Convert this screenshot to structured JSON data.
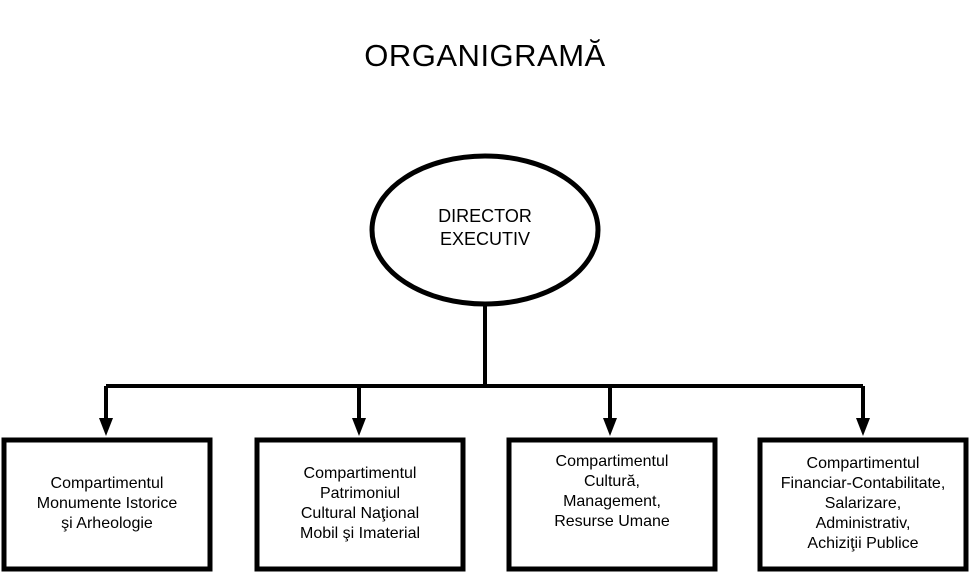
{
  "title": "ORGANIGRAMĂ",
  "director": {
    "line1": "DIRECTOR",
    "line2": "EXECUTIV"
  },
  "departments": [
    {
      "lines": [
        "Compartimentul",
        "Monumente Istorice",
        "şi Arheologie"
      ]
    },
    {
      "lines": [
        "Compartimentul",
        "Patrimoniul",
        "Cultural Naţional",
        "Mobil şi Imaterial"
      ]
    },
    {
      "lines": [
        "Compartimentul",
        "Cultură,",
        "Management,",
        "Resurse Umane"
      ]
    },
    {
      "lines": [
        "Compartimentul",
        "Financiar-Contabilitate,",
        "Salarizare,",
        "Administrativ,",
        "Achiziţii Publice"
      ]
    }
  ]
}
